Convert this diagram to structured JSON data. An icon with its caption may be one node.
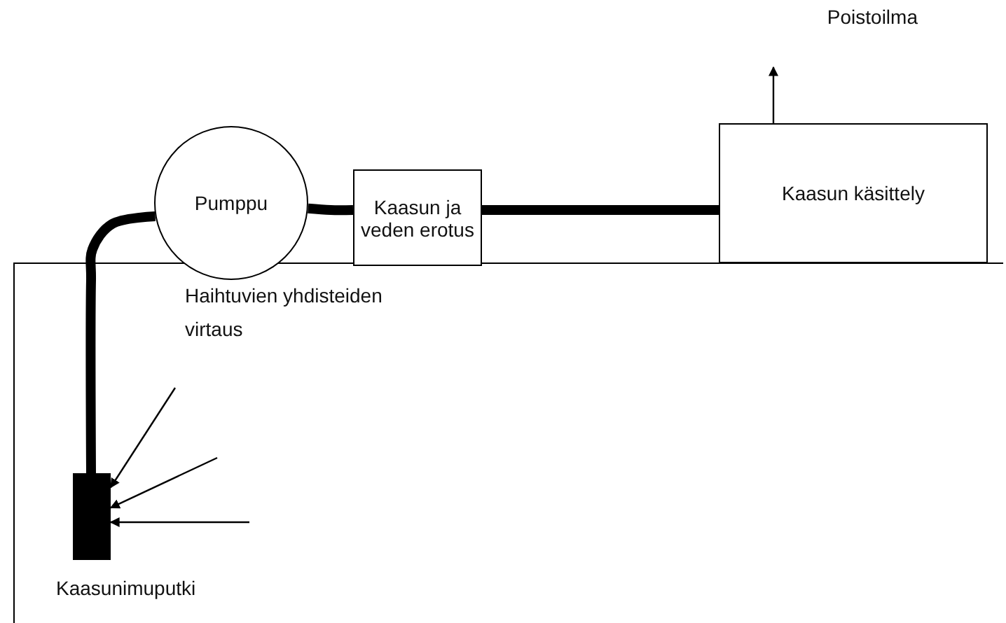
{
  "diagram": {
    "nodes": [
      {
        "text": [
          "Pumppu"
        ]
      },
      {
        "text": [
          "Kaasun ja veden erotus"
        ]
      },
      {
        "text": [
          "Kaasun käsittely"
        ]
      },
      {
        "text": [
          "Poistoilma"
        ]
      },
      {
        "text": [],
        "shape": "bar",
        "beside": [
          "Kaasunimuputki"
        ]
      }
    ],
    "edges": [
      {
        "from": 4,
        "to": 0,
        "arrow": "none",
        "style": "thick"
      },
      {
        "from": 0,
        "to": 1,
        "arrow": "none",
        "style": "thick"
      },
      {
        "from": 1,
        "to": 2,
        "arrow": "none",
        "style": "thick"
      },
      {
        "from": 2,
        "to": 3,
        "arrow": "to"
      },
      {
        "from": null,
        "to": 4,
        "arrow": "to"
      },
      {
        "from": null,
        "to": 4,
        "arrow": "to"
      },
      {
        "from": null,
        "to": 4,
        "arrow": "to"
      }
    ],
    "labels": [
      "Haihtuvien yhdisteiden virtaus"
    ]
  }
}
